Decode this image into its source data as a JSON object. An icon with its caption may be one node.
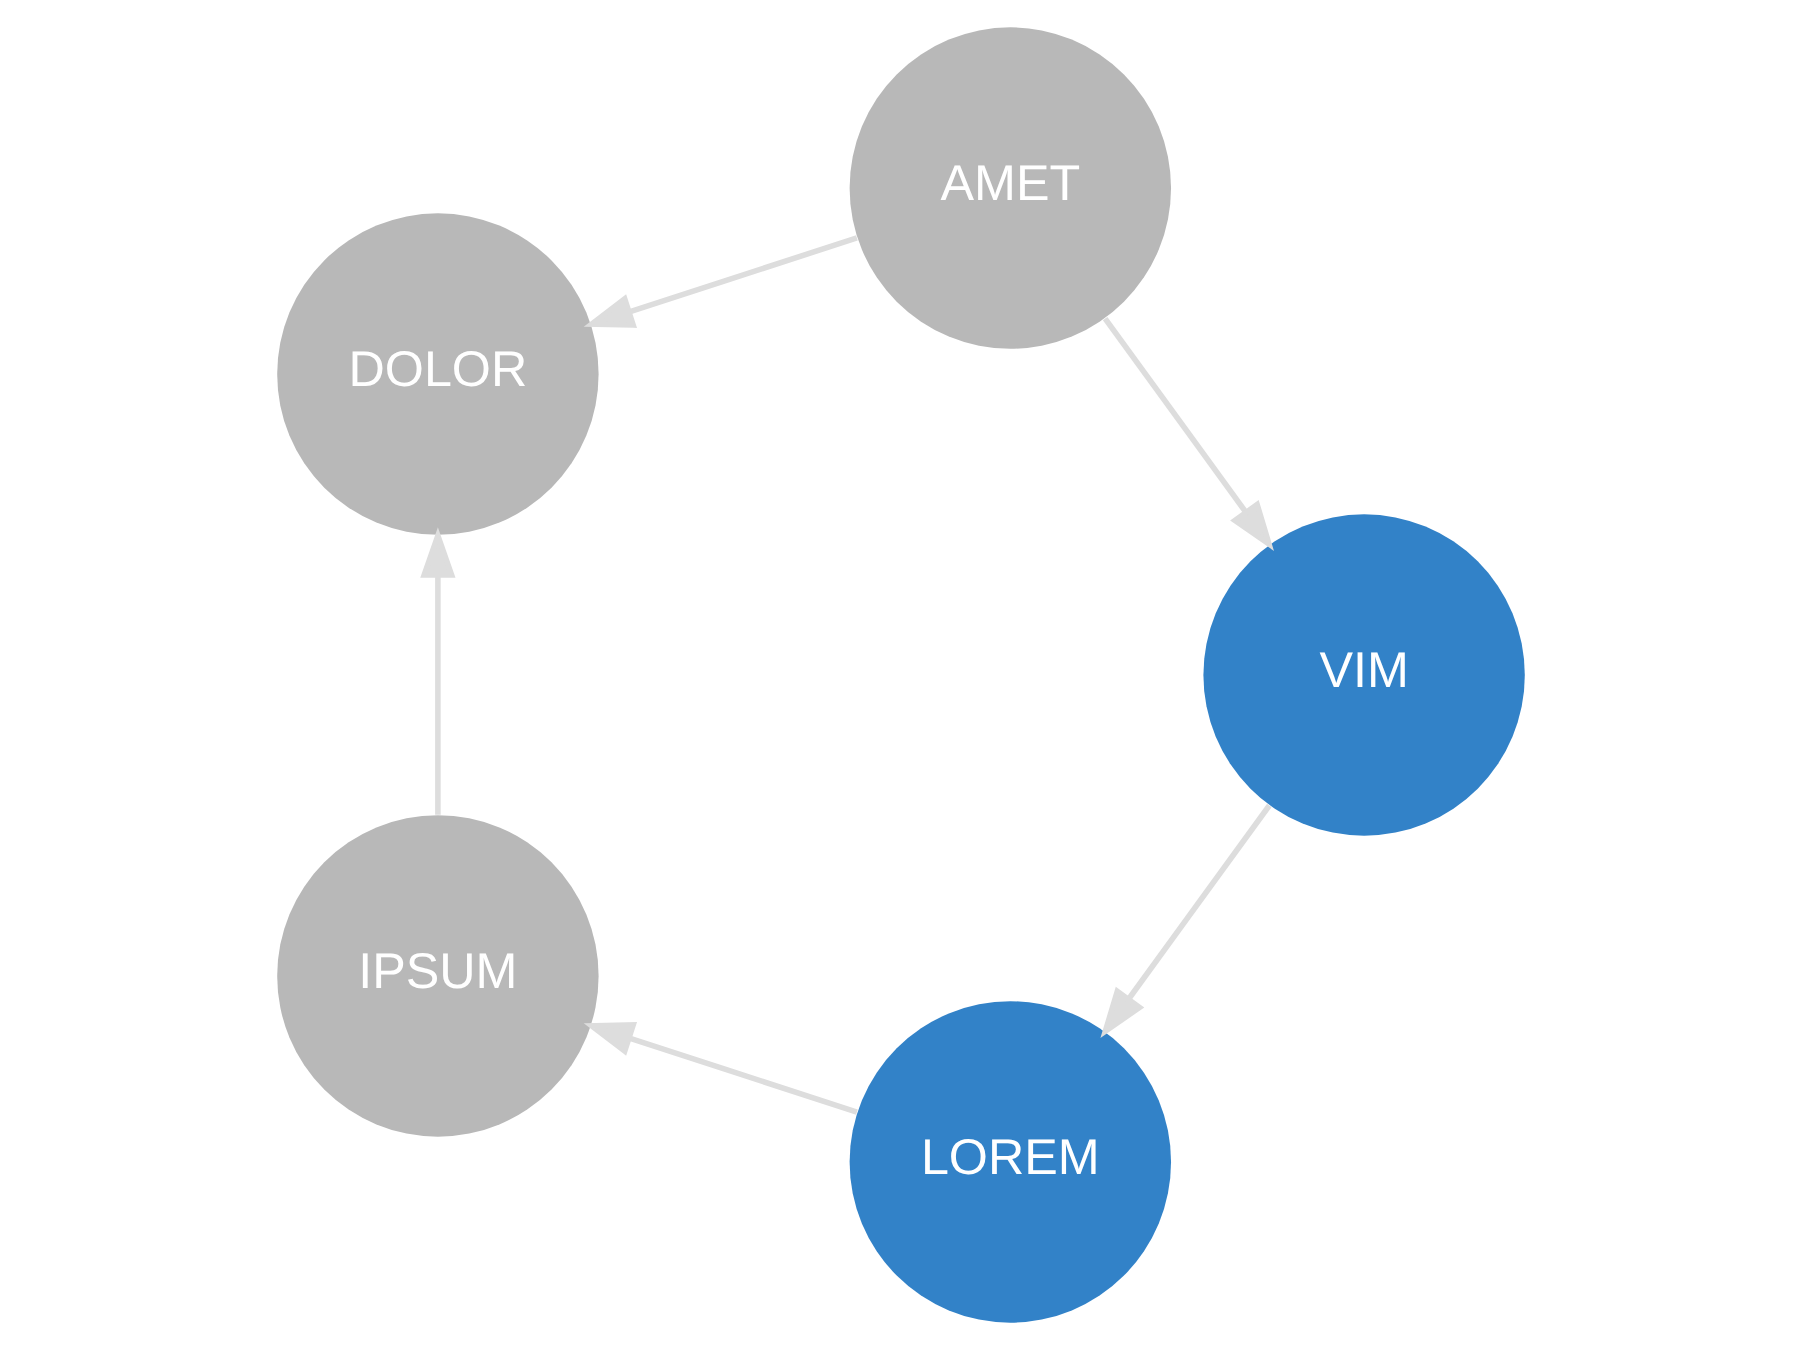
{
  "diagram": {
    "nodes": [
      {
        "text": [
          "LOREM"
        ]
      },
      {
        "text": [
          "VIM"
        ]
      },
      {
        "text": [
          "IPSUM"
        ]
      },
      {
        "text": [
          "AMET"
        ]
      },
      {
        "text": [
          "DOLOR"
        ]
      }
    ],
    "edges": [
      {
        "from": 0,
        "to": 2,
        "arrow": "to"
      },
      {
        "from": 2,
        "to": 4,
        "arrow": "to"
      },
      {
        "from": 3,
        "to": 4,
        "arrow": "to"
      },
      {
        "from": 3,
        "to": 1,
        "arrow": "to"
      },
      {
        "from": 1,
        "to": 0,
        "arrow": "to"
      }
    ]
  }
}
